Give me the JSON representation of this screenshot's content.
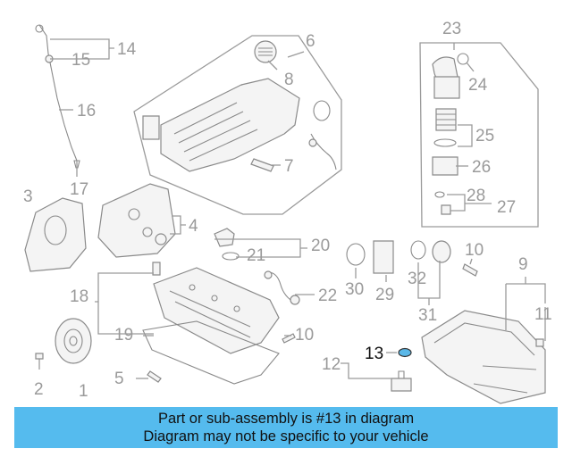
{
  "diagram": {
    "callouts": [
      {
        "id": "c14",
        "text": "14"
      },
      {
        "id": "c15",
        "text": "15"
      },
      {
        "id": "c16",
        "text": "16"
      },
      {
        "id": "c17",
        "text": "17"
      },
      {
        "id": "c6",
        "text": "6"
      },
      {
        "id": "c8",
        "text": "8"
      },
      {
        "id": "c7",
        "text": "7"
      },
      {
        "id": "c3",
        "text": "3"
      },
      {
        "id": "c4",
        "text": "4"
      },
      {
        "id": "c20",
        "text": "20"
      },
      {
        "id": "c21",
        "text": "21"
      },
      {
        "id": "c18",
        "text": "18"
      },
      {
        "id": "c22",
        "text": "22"
      },
      {
        "id": "c19",
        "text": "19"
      },
      {
        "id": "c10a",
        "text": "10"
      },
      {
        "id": "c5",
        "text": "5"
      },
      {
        "id": "c2",
        "text": "2"
      },
      {
        "id": "c1",
        "text": "1"
      },
      {
        "id": "c23",
        "text": "23"
      },
      {
        "id": "c24",
        "text": "24"
      },
      {
        "id": "c25",
        "text": "25"
      },
      {
        "id": "c26",
        "text": "26"
      },
      {
        "id": "c28",
        "text": "28"
      },
      {
        "id": "c27",
        "text": "27"
      },
      {
        "id": "c30",
        "text": "30"
      },
      {
        "id": "c29",
        "text": "29"
      },
      {
        "id": "c32",
        "text": "32"
      },
      {
        "id": "c10b",
        "text": "10"
      },
      {
        "id": "c9",
        "text": "9"
      },
      {
        "id": "c31",
        "text": "31"
      },
      {
        "id": "c11",
        "text": "11"
      },
      {
        "id": "c13",
        "text": "13",
        "highlight": true
      },
      {
        "id": "c12",
        "text": "12"
      }
    ],
    "highlight_color": "#5bb8e8"
  },
  "banner": {
    "line1": "Part or sub-assembly is #13 in diagram",
    "line2": "Diagram may not be specific to your vehicle",
    "background": "#55bbee"
  }
}
